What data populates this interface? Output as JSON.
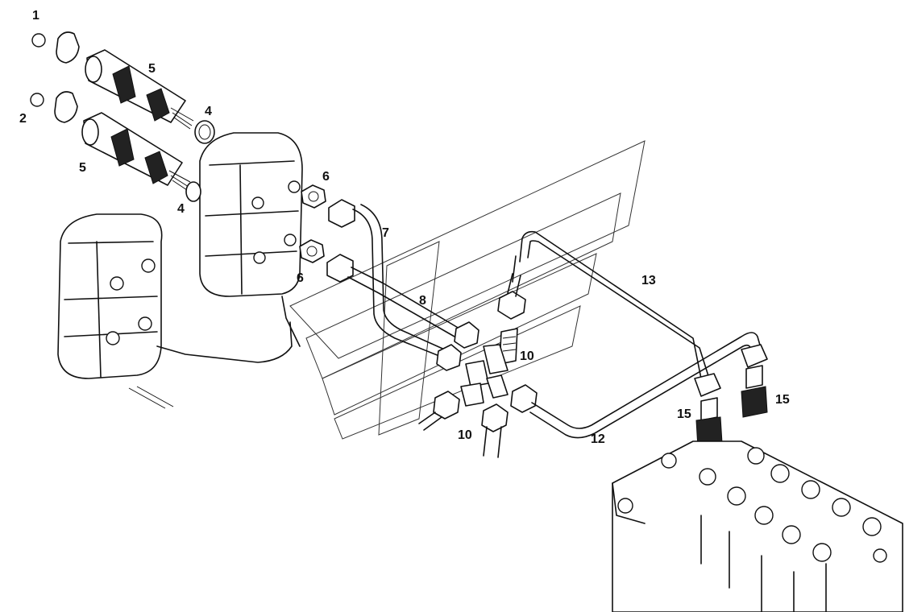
{
  "callouts": {
    "c1": "1",
    "c2": "2",
    "c4a": "4",
    "c4b": "4",
    "c5a": "5",
    "c5b": "5",
    "c6a": "6",
    "c6b": "6",
    "c7": "7",
    "c8": "8",
    "c10a": "10",
    "c10b": "10",
    "c12": "12",
    "c13": "13",
    "c15a": "15",
    "c15b": "15"
  }
}
